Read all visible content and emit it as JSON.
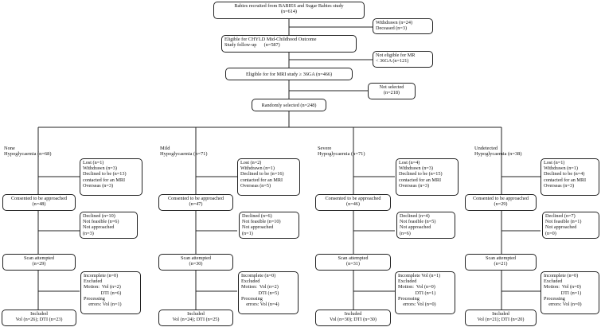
{
  "top": {
    "recruited": "Babies recruited from BABIES and Sugar Babies study\n(n=614)",
    "excluded1": "Withdrawn (n=24)\nDeceased (n=3)",
    "eligible_chyld": "Eligible for CHYLD Mid-Childhood Outcome\nStudy follow-up      (n=587)",
    "not_eligible_mr": "Not eligible for MR\n< 36GA (n=121)",
    "eligible_mri": "Eligible for for MRI study ≥ 36GA (n=466)",
    "not_selected": "Not selected\n(n=218)",
    "randomly_selected": "Randomly selected (n=248)"
  },
  "groups": [
    {
      "header": "None\nHypoglycaemia (n=68)",
      "lost": "Lost (n=1)\nWithdrawn (n=3)\nDeclined to be (n=13)\ncontacted for an MRI\nOverseas (n=3)",
      "consented": "Consented to be approached\n(n=48)",
      "declined": "Declined (n=10)\nNot feasible (n=6)\nNot approached\n(n=3)",
      "scan": "Scan attempted\n(n=29)",
      "incomplete": "Incomplete (n=0)\nExcluded\nMotion:  Vol (n=2)\n              DTI (n=6)\nProcessing\n    errors: Vol (n=1)",
      "included": "Included\nVol (n=26); DTI (n=23)"
    },
    {
      "header": "Mild\nHypoglycaemia (n=71)",
      "lost": "Lost (n=2)\nWithdrawn (n=1)\nDeclined to be (n=16)\ncontacted for an MRI\nOverseas (n=5)",
      "consented": "Consented to be approached\n(n=47)",
      "declined": "Declined (n=6)\nNot feasible (n=10)\nNot approached\n(n=1)",
      "scan": "Scan attempted\n(n=30)",
      "incomplete": "Incomplete (n=0)\nExcluded\nMotion:  Vol (n=2)\n              DTI (n=5)\nProcessing\n    errors: Vol (n=4)",
      "included": "Included\nVol (n=24); DTI (n=25)"
    },
    {
      "header": "Severe\nHypoglycaemia (n=71)",
      "lost": "Lost (n=4)\nWithdrawn (n=3)\nDeclined to be (n=15)\ncontacted for an MRI\nOverseas (n=3)",
      "consented": "Consented to be approached\n(n=46)",
      "declined": "Declined (n=4)\nNot feasible (n=5)\nNot approached\n(n=6)",
      "scan": "Scan attempted\n(n=31)",
      "incomplete": "Incomplete Vol (n=1)\nExcluded\nMotion:  Vol (n=0)\n              DTI (n=1)\nProcessing\n    errors: Vol (n=0)",
      "included": "Included\nVol (n=30); DTI (n=30)"
    },
    {
      "header": "Undetected\nHypoglycaemia (n=38)",
      "lost": "Lost (n=1)\nWithdrawn (n=1)\nDeclined to be (n=4)\ncontacted for an MRI\nOverseas (n=3)",
      "consented": "Consented to be approached\n(n=29)",
      "declined": "Declined (n=7)\nNot feasible (n=1)\nNot approached\n(n=0)",
      "scan": "Scan attempted\n(n=21)",
      "incomplete": "Incomplete (n=0)\nExcluded\nMotion:  Vol (n=0)\n              DTI (n=1)\nProcessing\n    errors: Vol (n=0)",
      "included": "Included\nVol (n=21); DTI (n=20)"
    }
  ]
}
